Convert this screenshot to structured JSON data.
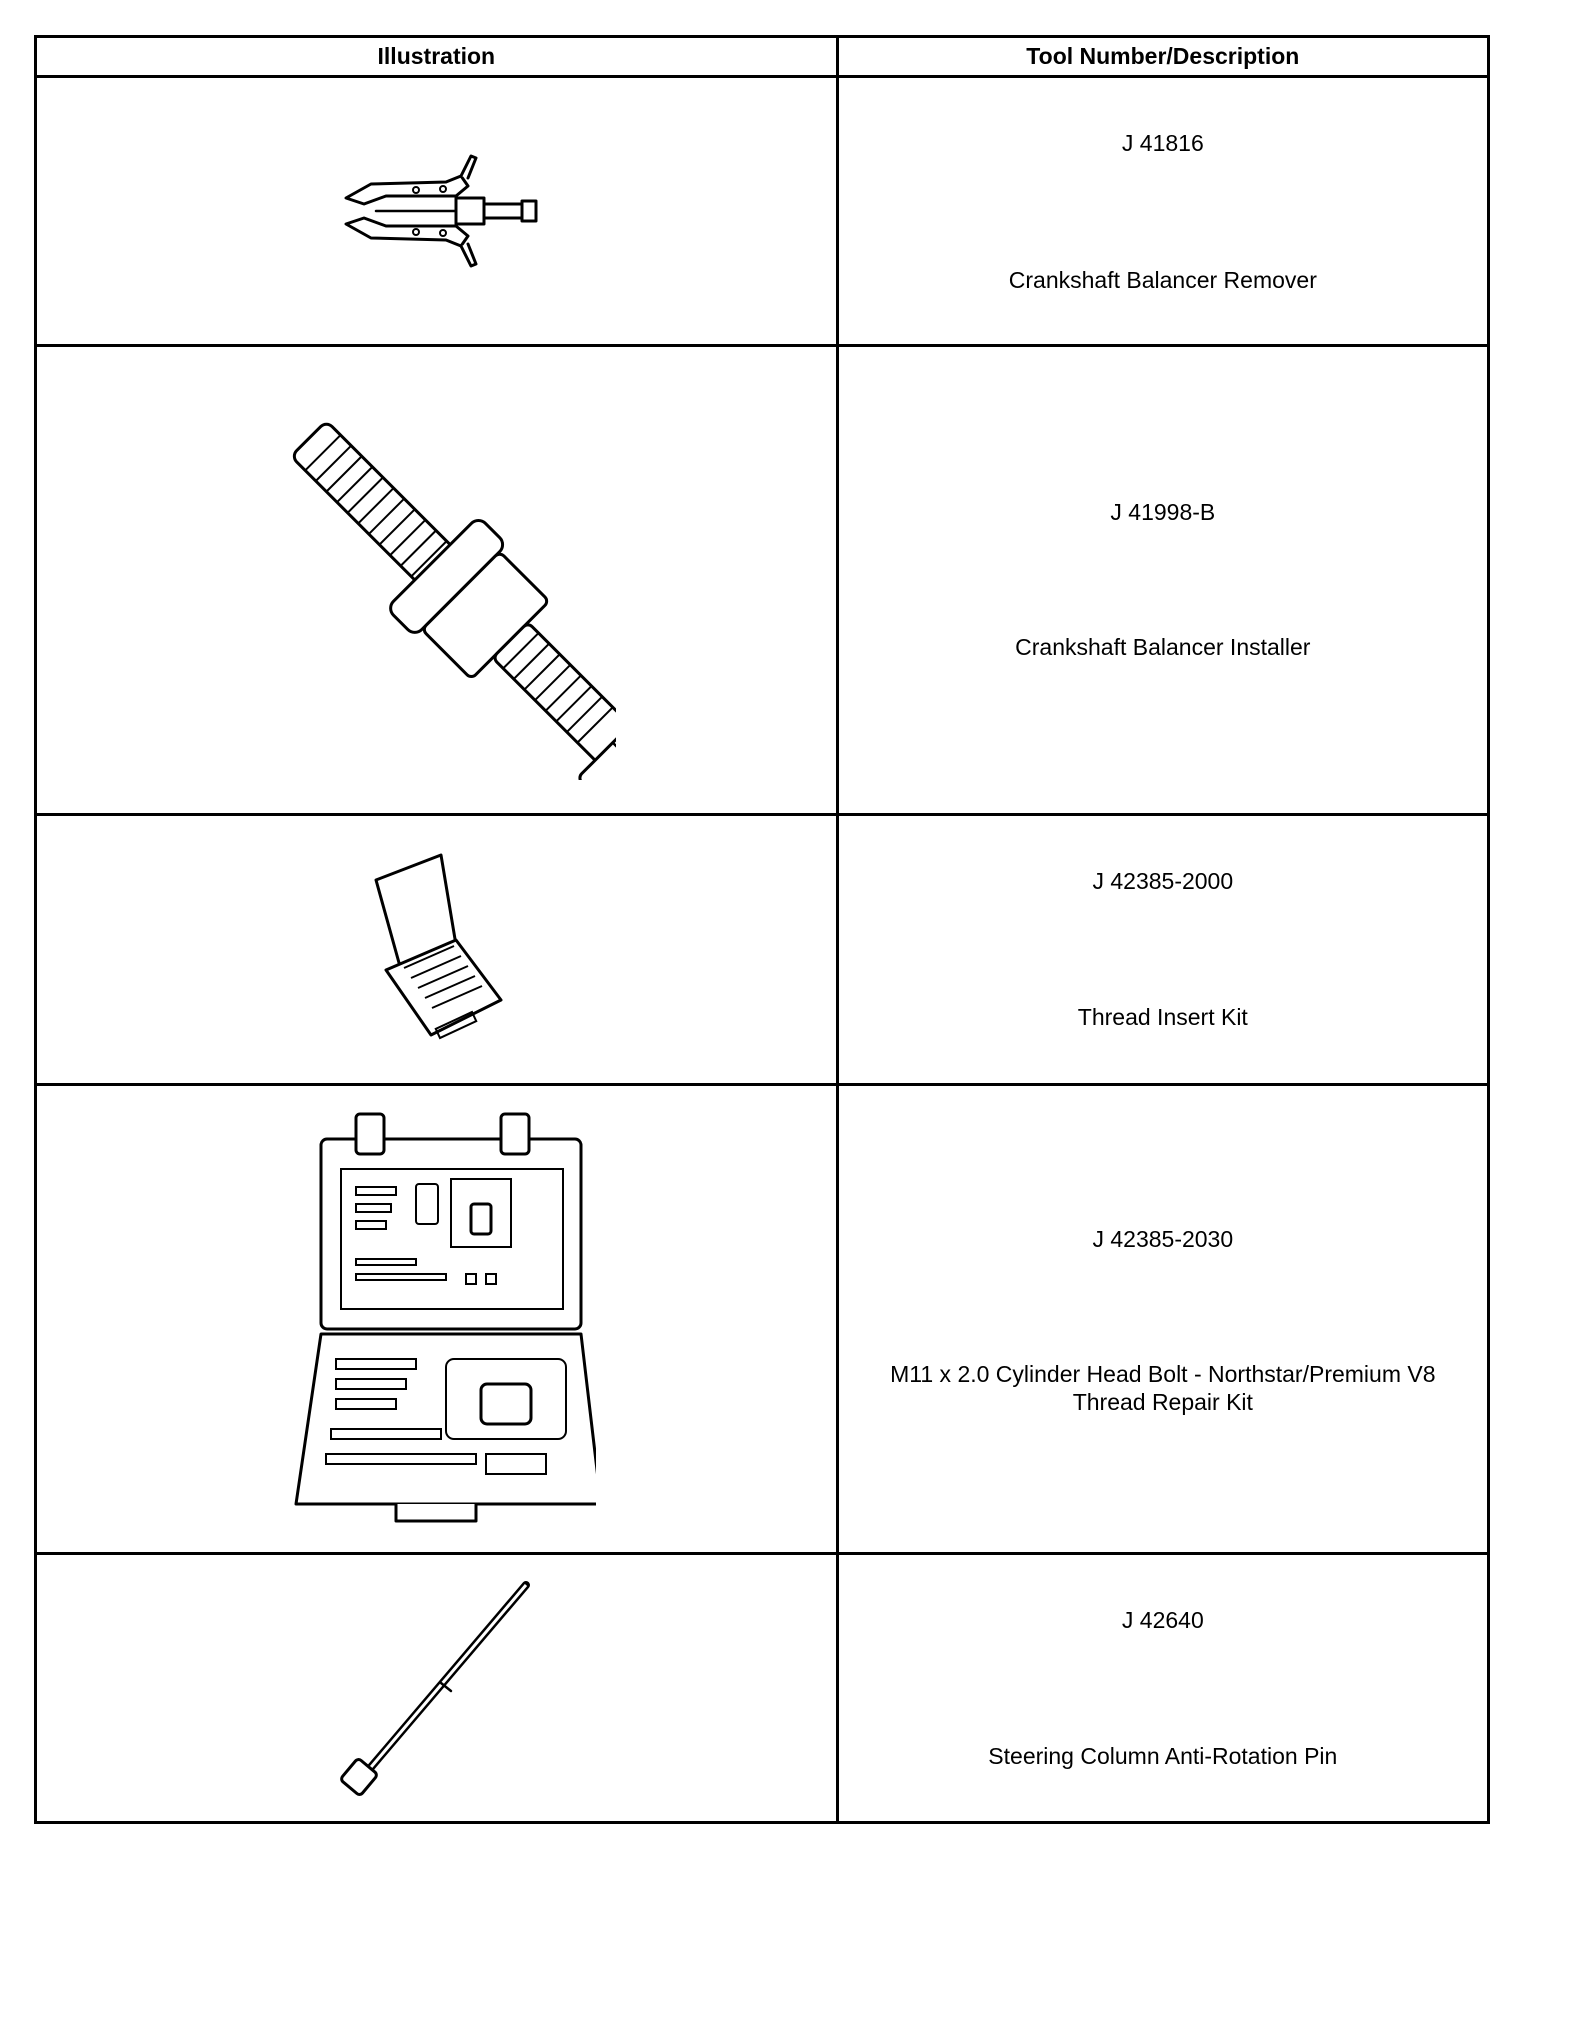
{
  "table": {
    "headers": {
      "illustration": "Illustration",
      "tool": "Tool Number/Description"
    },
    "rows": [
      {
        "number": "J 41816",
        "description": "Crankshaft Balancer Remover",
        "icon": "three-jaw-puller-icon"
      },
      {
        "number": "J 41998-B",
        "description": "Crankshaft Balancer Installer",
        "icon": "threaded-bolt-installer-icon"
      },
      {
        "number": "J 42385-2000",
        "description": "Thread Insert Kit",
        "icon": "thread-insert-kit-box-icon"
      },
      {
        "number": "J 42385-2030",
        "description": "M11 x 2.0 Cylinder Head Bolt - Northstar/Premium V8 Thread Repair Kit",
        "icon": "thread-repair-kit-case-icon"
      },
      {
        "number": "J 42640",
        "description": "Steering Column Anti-Rotation Pin",
        "icon": "anti-rotation-pin-icon"
      }
    ]
  }
}
